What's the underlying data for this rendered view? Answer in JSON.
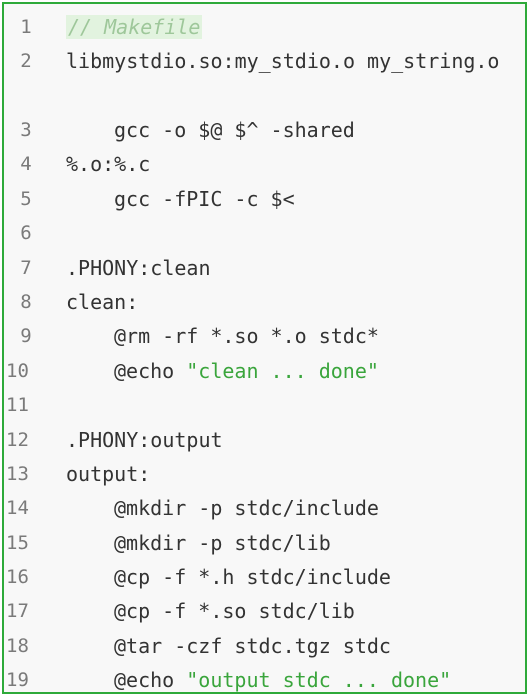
{
  "code": {
    "language_hint": "makefile",
    "lines": [
      {
        "n": "1",
        "text": "// Makefile"
      },
      {
        "n": "2",
        "text": "libmystdio.so:my_stdio.o my_string.o"
      },
      {
        "n": "3",
        "text": "gcc -o $@ $^ -shared"
      },
      {
        "n": "4",
        "text": "%.o:%.c"
      },
      {
        "n": "5",
        "text": "gcc -fPIC -c $<"
      },
      {
        "n": "6",
        "text": ""
      },
      {
        "n": "7",
        "text": ".PHONY:clean"
      },
      {
        "n": "8",
        "text": "clean:"
      },
      {
        "n": "9",
        "text": "@rm -rf *.so *.o stdc*"
      },
      {
        "n": "10",
        "text_a": "@echo ",
        "text_b": "\"clean ... done\""
      },
      {
        "n": "11",
        "text": ""
      },
      {
        "n": "12",
        "text": ".PHONY:output"
      },
      {
        "n": "13",
        "text": "output:"
      },
      {
        "n": "14",
        "text": "@mkdir -p stdc/include"
      },
      {
        "n": "15",
        "text": "@mkdir -p stdc/lib"
      },
      {
        "n": "16",
        "text": "@cp -f *.h stdc/include"
      },
      {
        "n": "17",
        "text": "@cp -f *.so stdc/lib"
      },
      {
        "n": "18",
        "text": "@tar -czf stdc.tgz stdc"
      },
      {
        "n": "19",
        "text_a": "@echo ",
        "text_b": "\"output stdc ... done\""
      }
    ]
  },
  "colors": {
    "frame_border": "#2eaa3a",
    "background": "#f8f8f8",
    "code_text": "#333333",
    "line_number": "#7a7a7a",
    "comment": "#9ec79a",
    "string": "#3aa53c"
  }
}
